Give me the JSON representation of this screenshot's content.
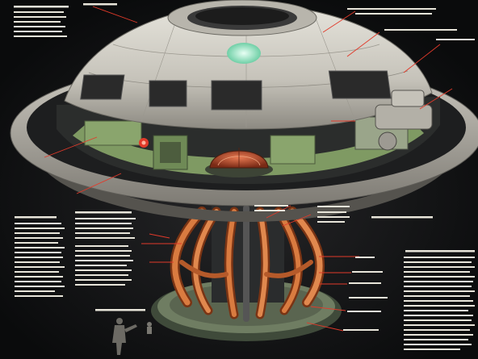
{
  "colors": {
    "background": "#0b0c0d",
    "hull_light": "#d9d7cf",
    "hull_mid": "#a9a69d",
    "hull_dark": "#6c6a64",
    "interior_green": "#7f9a63",
    "copper": "#c9652f",
    "callout_red": "#e23a2a",
    "glow_green": "#a9f1d0"
  },
  "icons": [
    "saucer-cutaway-illustration",
    "reactor-dome",
    "copper-pipe-bundle",
    "figure-silhouette"
  ]
}
